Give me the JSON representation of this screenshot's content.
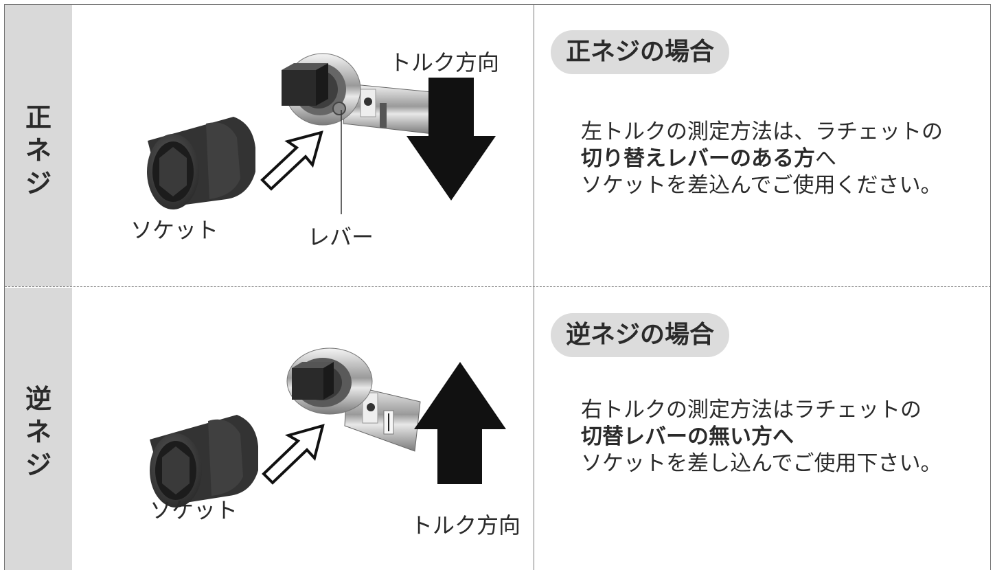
{
  "top": {
    "side_label": [
      "正",
      "ネ",
      "ジ"
    ],
    "heading": "正ネジの場合",
    "desc_line1": "左トルクの測定方法は、ラチェットの",
    "desc_line2_bold": "切り替えレバーのある方",
    "desc_line2_rest": "へ",
    "desc_line3": "ソケットを差込んでご使用ください。",
    "label_socket": "ソケット",
    "label_lever": "レバー",
    "label_torque": "トルク方向"
  },
  "bottom": {
    "side_label": [
      "逆",
      "ネ",
      "ジ"
    ],
    "heading": "逆ネジの場合",
    "desc_line1": "右トルクの測定方法はラチェットの",
    "desc_line2_bold": "切替レバーの無い方へ",
    "desc_line3": "ソケットを差し込んでご使用下さい。",
    "label_socket": "ソケット",
    "label_torque": "トルク方向"
  },
  "colors": {
    "sidebar": "#d9d9d9",
    "pill": "#dcdcdc",
    "text": "#2a2a2a",
    "arrow": "#111111"
  },
  "icons": [
    "socket-icon",
    "wrench-icon",
    "insert-arrow-icon",
    "torque-arrow-down-icon",
    "torque-arrow-up-icon"
  ]
}
